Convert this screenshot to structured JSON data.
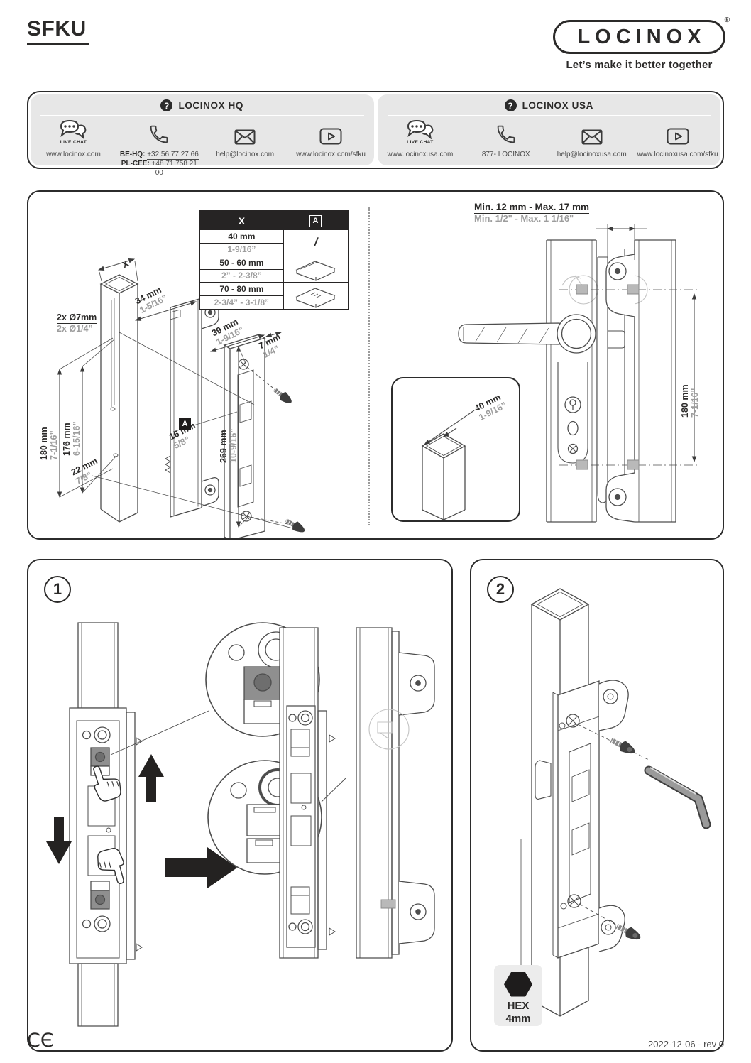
{
  "page": {
    "title": "SFKU",
    "footer_date": "2022-12-06 - rev 0",
    "ce_mark": "CЄ"
  },
  "logo": {
    "brand": "LOCINOX",
    "registered": "®",
    "tagline": "Let’s make it better together"
  },
  "contact": {
    "hq": {
      "title": "LOCINOX HQ",
      "live_chat": "LIVE CHAT",
      "website": "www.locinox.com",
      "phone1_label": "BE-HQ:",
      "phone1": "+32 56 77 27 66",
      "phone2_label": "PL-CEE:",
      "phone2": "+48 71 758 21 00",
      "email": "help@locinox.com",
      "video_url": "www.locinox.com/sfku"
    },
    "usa": {
      "title": "LOCINOX USA",
      "live_chat": "LIVE CHAT",
      "website": "www.locinoxusa.com",
      "phone": "877- LOCINOX",
      "email": "help@locinoxusa.com",
      "video_url": "www.locinoxusa.com/sfku"
    }
  },
  "diagram": {
    "table": {
      "col_x": "X",
      "col_a": "A",
      "slash": "/",
      "rows": [
        {
          "mm": "40 mm",
          "inch": "1-9/16”"
        },
        {
          "mm": "50 - 60 mm",
          "inch": "2” - 2-3/8”"
        },
        {
          "mm": "70 - 80 mm",
          "inch": "2-3/4” - 3-1/8”"
        }
      ]
    },
    "left": {
      "x": "X",
      "a": "A",
      "holes_mm": "2x Ø7mm",
      "holes_inch": "2x Ø1/4”",
      "d34_mm": "34 mm",
      "d34_inch": "1-5/16”",
      "d39_mm": "39 mm",
      "d39_inch": "1-9/16”",
      "d7_mm": "7 mm",
      "d7_inch": "1/4”",
      "d180_mm": "180 mm",
      "d180_inch": "7-1/16”",
      "d176_mm": "176 mm",
      "d176_inch": "6-15/16”",
      "d16_mm": "16 mm",
      "d16_inch": "5/8”",
      "d269_mm": "269 mm",
      "d269_inch": "10-9/16”",
      "d22_mm": "22 mm",
      "d22_inch": "7/8”"
    },
    "right": {
      "gap_mm": "Min. 12 mm - Max. 17 mm",
      "gap_inch": "Min. 1/2\" - Max. 1 1/16\"",
      "tube_mm": "40 mm",
      "tube_inch": "1-9/16”",
      "h_mm": "180 mm",
      "h_inch": "7-1/16\""
    }
  },
  "steps": {
    "one": "1",
    "two": "2",
    "hex": "HEX",
    "hex_size": "4mm"
  }
}
